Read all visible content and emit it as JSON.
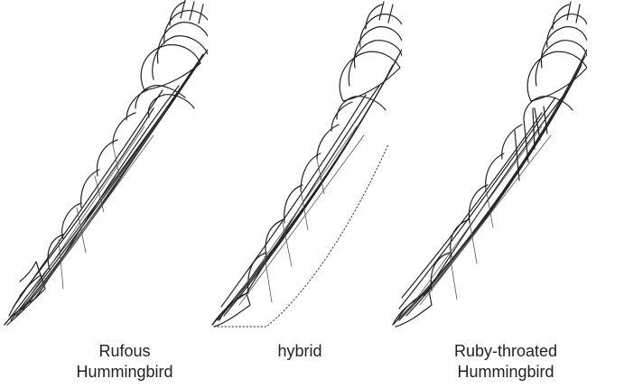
{
  "figure": {
    "panels": [
      {
        "id": "rufous",
        "label_lines": [
          "Rufous",
          "Hummingbird"
        ]
      },
      {
        "id": "hybrid",
        "label_lines": [
          "hybrid"
        ]
      },
      {
        "id": "ruby-throated",
        "label_lines": [
          "Ruby-throated",
          "Hummingbird"
        ]
      }
    ]
  }
}
